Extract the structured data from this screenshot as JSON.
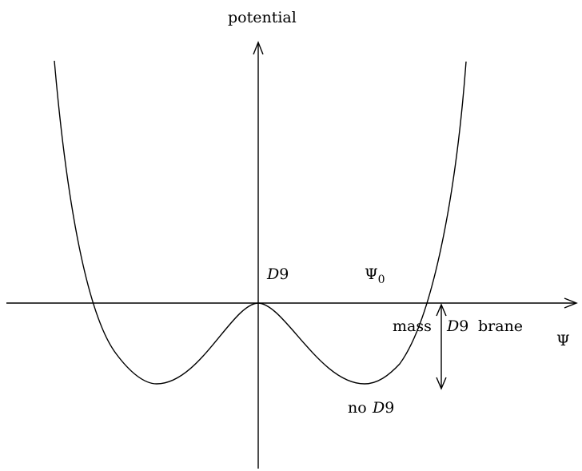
{
  "labels": {
    "y_axis": "potential",
    "x_axis": "Ψ",
    "origin_D": "D",
    "origin_num": "9",
    "psi_symbol": "Ψ",
    "psi_subscript": "0",
    "mass_word": "mass",
    "mass_D": "D",
    "mass_num": "9",
    "mass_brane": "brane",
    "min_no": "no",
    "min_D": "D",
    "min_num": "9"
  },
  "colors": {
    "ink": "#000000",
    "background": "#ffffff"
  }
}
